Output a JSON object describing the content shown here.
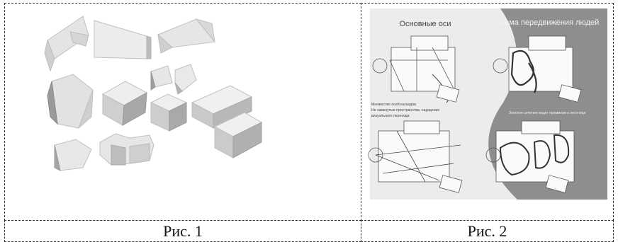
{
  "captions": {
    "fig1": "Рис. 1",
    "fig2": "Рис. 2"
  },
  "fig2": {
    "title_left": "Основные оси",
    "title_right": "Схема передвижения людей",
    "note_left": [
      "Множество осей каскадов.",
      "Не замкнутые пространства, ощущение",
      "визуального перехода"
    ],
    "note_right": "Золотое сечение ведет прямиком к лестнице"
  }
}
